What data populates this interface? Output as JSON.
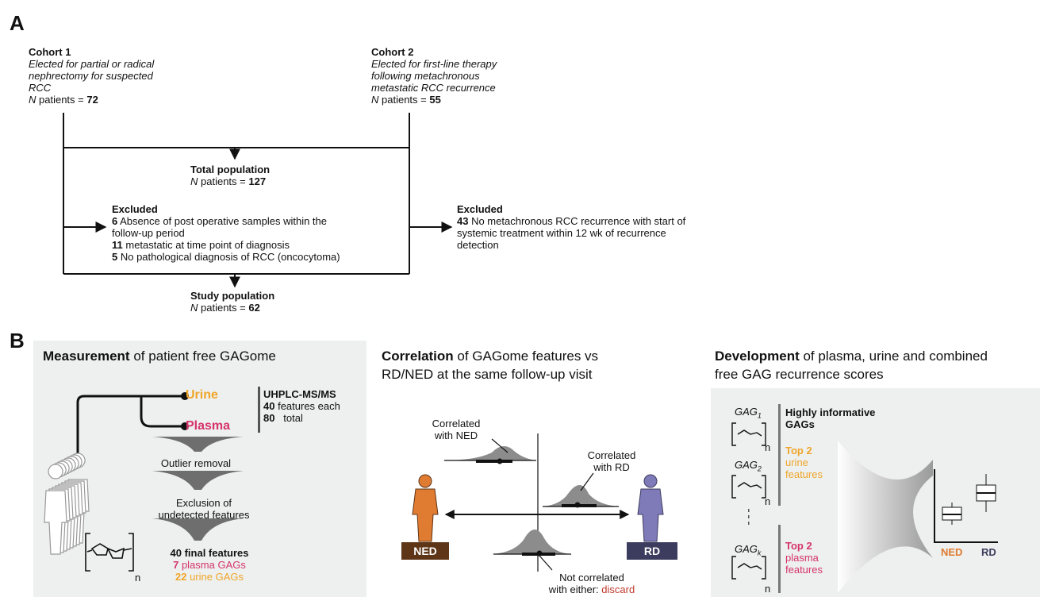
{
  "panelA": {
    "letter": "A",
    "cohort1": {
      "title": "Cohort 1",
      "desc": [
        "Elected for partial or radical",
        "nephrectomy for suspected",
        "RCC"
      ],
      "n_label": "N",
      "n_suffix": " patients = ",
      "n_value": "72"
    },
    "cohort2": {
      "title": "Cohort 2",
      "desc": [
        "Elected for first-line therapy",
        "following metachronous",
        "metastatic RCC recurrence"
      ],
      "n_label": "N",
      "n_suffix": " patients = ",
      "n_value": "55"
    },
    "total": {
      "title": "Total population",
      "n_label": "N",
      "n_suffix": " patients = ",
      "n_value": "127"
    },
    "excluded_left": {
      "title": "Excluded",
      "items": [
        {
          "num": "6",
          "text": " Absence of post operative samples within the",
          "cont": "follow-up period"
        },
        {
          "num": "11",
          "text": " metastatic at time point of diagnosis",
          "cont": ""
        },
        {
          "num": "5",
          "text": " No pathological diagnosis of RCC (oncocytoma)",
          "cont": ""
        }
      ]
    },
    "excluded_right": {
      "title": "Excluded",
      "num": "43",
      "lines": [
        " No metachronous RCC recurrence with start of",
        "systemic treatment within 12 wk of recurrence",
        "detection"
      ]
    },
    "study": {
      "title": "Study population",
      "n_label": "N",
      "n_suffix": " patients = ",
      "n_value": "62"
    }
  },
  "panelB": {
    "letter": "B",
    "measurement": {
      "title_bold": "Measurement",
      "title_rest": " of patient free GAGome",
      "urine": "Urine",
      "plasma": "Plasma",
      "method": "UHPLC-MS/MS",
      "features_num": "40",
      "features_text": " features each",
      "total_num": "80",
      "total_text": "   total",
      "step1": "Outlier removal",
      "step2_line1": "Exclusion of",
      "step2_line2": "undetected features",
      "final_num": "40",
      "final_text": " final features",
      "plasma_num": "7",
      "plasma_text": " plasma GAGs",
      "urine_num": "22",
      "urine_text": " urine GAGs",
      "subscript_n": "n"
    },
    "correlation": {
      "title_bold": "Correlation",
      "title_rest": " of GAGome features vs",
      "title_line2": "RD/NED at the same follow-up visit",
      "ned_corr": [
        "Correlated",
        "with NED"
      ],
      "rd_corr": [
        "Correlated",
        "with RD"
      ],
      "not_corr_line1": "Not correlated",
      "not_corr_line2": "with either: ",
      "discard": "discard",
      "ned_label": "NED",
      "rd_label": "RD"
    },
    "development": {
      "title_bold": "Development",
      "title_rest": " of plasma, urine and combined",
      "title_line2": "free GAG recurrence scores",
      "gag1": "GAG",
      "gag1_sub": "1",
      "gag2": "GAG",
      "gag2_sub": "2",
      "gagk": "GAG",
      "gagk_sub": "k",
      "highly_line1": "Highly informative",
      "highly_line2": "GAGs",
      "top2_urine": [
        "Top 2",
        "urine",
        "features"
      ],
      "top2_plasma": [
        "Top 2",
        "plasma",
        "features"
      ],
      "ned_label": "NED",
      "rd_label": "RD",
      "subscript_n": "n"
    },
    "colors": {
      "urine": "#f0a52b",
      "plasma": "#d6336c",
      "ned": "#e07b32",
      "ned_box": "#5e3517",
      "rd": "#7f7ab8",
      "rd_box": "#3c3c5e",
      "discard": "#c0392b",
      "panel_bg": "#edf0ee"
    }
  }
}
